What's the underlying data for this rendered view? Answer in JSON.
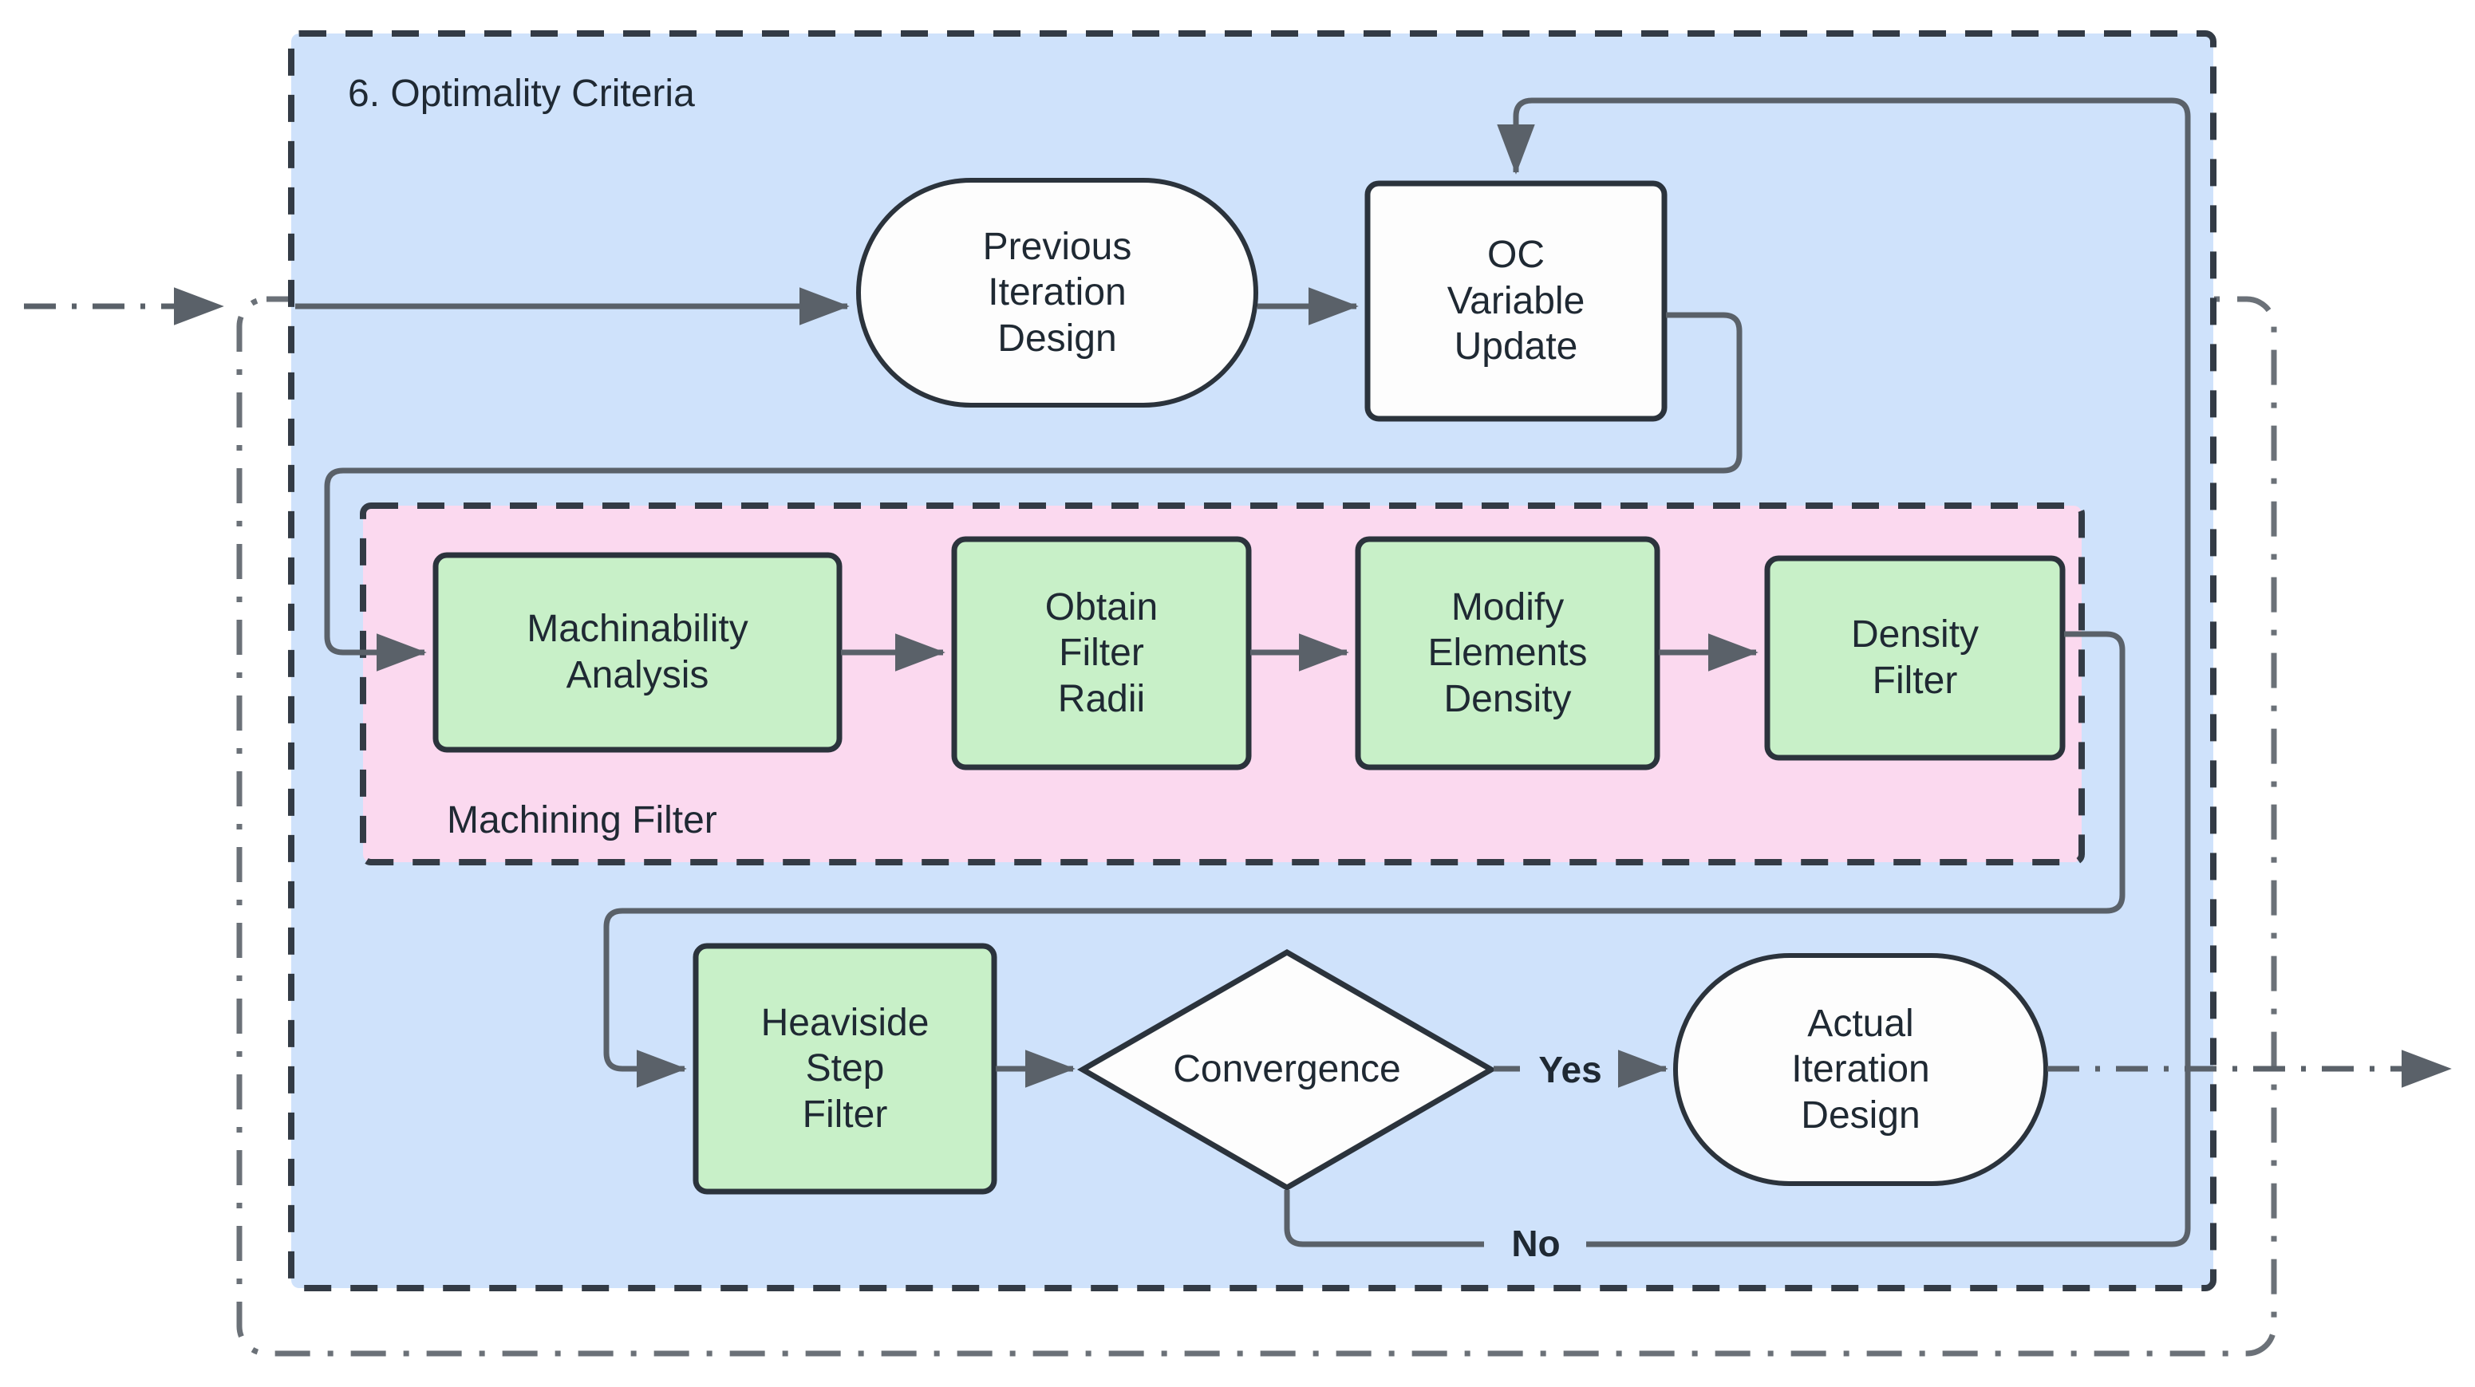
{
  "diagram": {
    "title": "6. Optimality Criteria",
    "subgroup_title": "Machining Filter",
    "colors": {
      "outer_group_fill": "#cfe2fb",
      "subgroup_fill": "#fbd9ef",
      "process_fill": "#c8f0c8",
      "terminal_fill": "#fdfdfd",
      "decision_fill": "#fdfdfd",
      "stroke": "#333b45",
      "edge_stroke": "#5a6169",
      "text": "#1f2933"
    },
    "nodes": [
      {
        "id": "previous_iteration_design",
        "label": "Previous\nIteration\nDesign",
        "shape": "stadium"
      },
      {
        "id": "oc_variable_update",
        "label": "OC\nVariable\nUpdate",
        "shape": "rounded-rect"
      },
      {
        "id": "machinability_analysis",
        "label": "Machinability\nAnalysis",
        "shape": "rounded-rect"
      },
      {
        "id": "obtain_filter_radii",
        "label": "Obtain\nFilter\nRadii",
        "shape": "rounded-rect"
      },
      {
        "id": "modify_elements_density",
        "label": "Modify\nElements\nDensity",
        "shape": "rounded-rect"
      },
      {
        "id": "density_filter",
        "label": "Density\nFilter",
        "shape": "rounded-rect"
      },
      {
        "id": "heaviside_step_filter",
        "label": "Heaviside\nStep\nFilter",
        "shape": "rounded-rect"
      },
      {
        "id": "convergence",
        "label": "Convergence",
        "shape": "diamond"
      },
      {
        "id": "actual_iteration_design",
        "label": "Actual\nIteration\nDesign",
        "shape": "stadium"
      }
    ],
    "edge_labels": [
      {
        "id": "yes",
        "label": "Yes"
      },
      {
        "id": "no",
        "label": "No"
      }
    ]
  }
}
